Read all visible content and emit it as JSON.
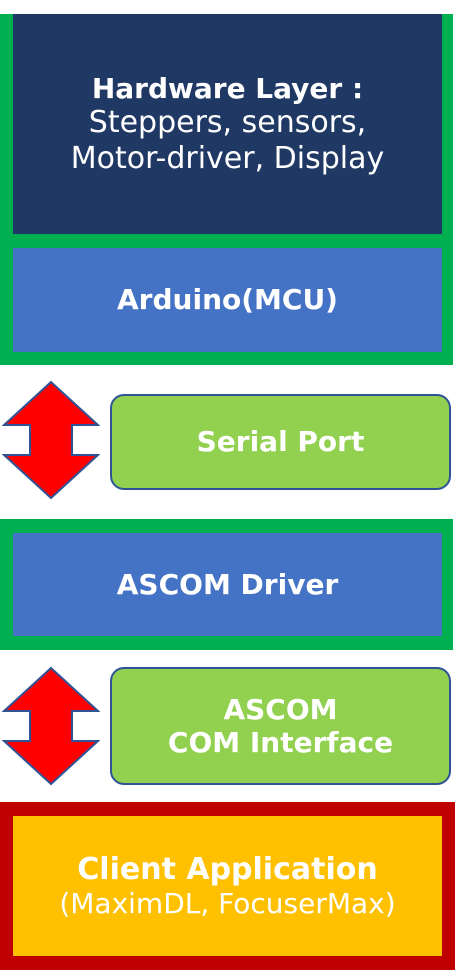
{
  "hardware_box": {
    "title": "Hardware Layer :",
    "line2": "Steppers, sensors,",
    "line3": "Motor-driver, Display"
  },
  "mcu_box": {
    "label": "Arduino(MCU)"
  },
  "serial_box": {
    "label": "Serial Port"
  },
  "driver_box": {
    "label": "ASCOM Driver"
  },
  "com_box": {
    "line1": "ASCOM",
    "line2": "COM Interface"
  },
  "client_box": {
    "title": "Client Application",
    "subtitle": "(MaximDL, FocuserMax)"
  },
  "colors": {
    "green_frame": "#00b050",
    "navy": "#203864",
    "blue": "#4472c4",
    "light_green": "#92d050",
    "red_frame": "#c00000",
    "gold": "#ffc000",
    "arrow_fill": "#ff0000",
    "arrow_stroke": "#2f5496"
  },
  "icons": [
    "double-arrow-icon"
  ]
}
